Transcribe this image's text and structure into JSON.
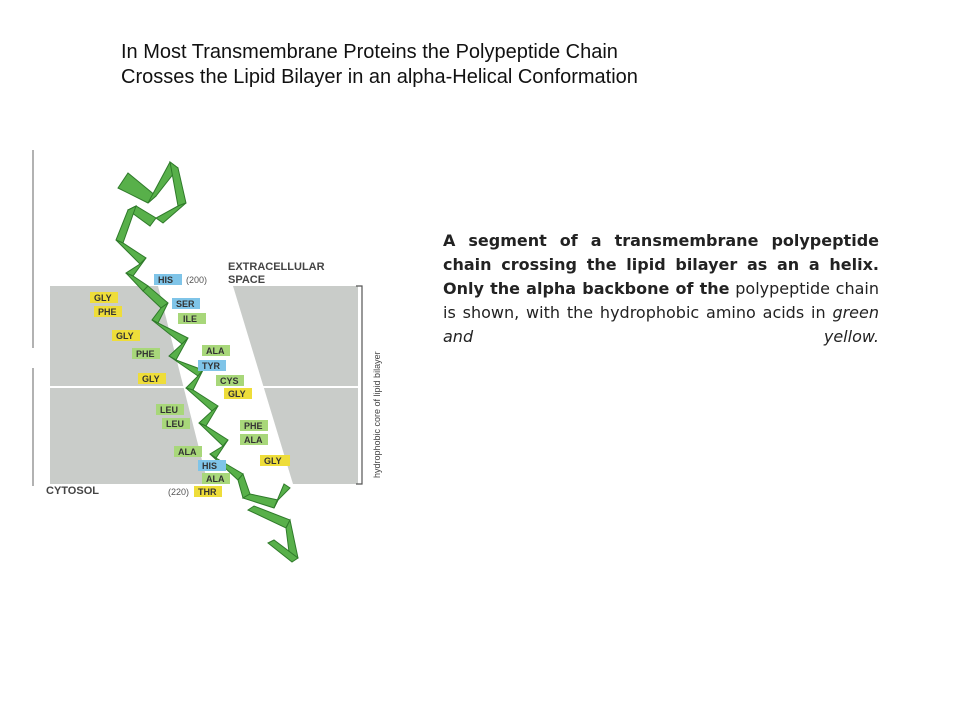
{
  "title": {
    "line1": "In Most Transmembrane Proteins the Polypeptide Chain",
    "line2": "Crosses the Lipid Bilayer in an alpha-Helical Conformation"
  },
  "figure": {
    "extracellular_label_1": "EXTRACELLULAR",
    "extracellular_label_2": "SPACE",
    "cytosol_label": "CYTOSOL",
    "side_label": "hydrophobic core of lipid bilayer",
    "residue_200": "(200)",
    "residue_220": "(220)",
    "residues": [
      {
        "name": "HIS",
        "color": "blue"
      },
      {
        "name": "GLY",
        "color": "yellow"
      },
      {
        "name": "SER",
        "color": "blue"
      },
      {
        "name": "PHE",
        "color": "yellow"
      },
      {
        "name": "ILE",
        "color": "green"
      },
      {
        "name": "GLY",
        "color": "yellow"
      },
      {
        "name": "ALA",
        "color": "green"
      },
      {
        "name": "PHE",
        "color": "green"
      },
      {
        "name": "TYR",
        "color": "blue"
      },
      {
        "name": "GLY",
        "color": "yellow"
      },
      {
        "name": "CYS",
        "color": "green"
      },
      {
        "name": "GLY",
        "color": "yellow"
      },
      {
        "name": "LEU",
        "color": "green"
      },
      {
        "name": "LEU",
        "color": "green"
      },
      {
        "name": "PHE",
        "color": "green"
      },
      {
        "name": "ALA",
        "color": "green"
      },
      {
        "name": "ALA",
        "color": "green"
      },
      {
        "name": "GLY",
        "color": "yellow"
      },
      {
        "name": "HIS",
        "color": "blue"
      },
      {
        "name": "ALA",
        "color": "green"
      },
      {
        "name": "THR",
        "color": "yellow"
      }
    ],
    "colors": {
      "blue": "#7fc4e8",
      "yellow": "#eedd3a",
      "green": "#a8d77a",
      "membrane": "#c9ccc9",
      "helix": "#58b04a"
    }
  },
  "caption": {
    "bold_text": "A segment of a transmembrane polypeptide chain crossing the lipid bilayer as an a helix. Only the alpha backbone of the",
    "normal_text": " polypeptide chain is shown, with the hydrophobic amino acids in ",
    "italic_text": "green and yellow."
  }
}
